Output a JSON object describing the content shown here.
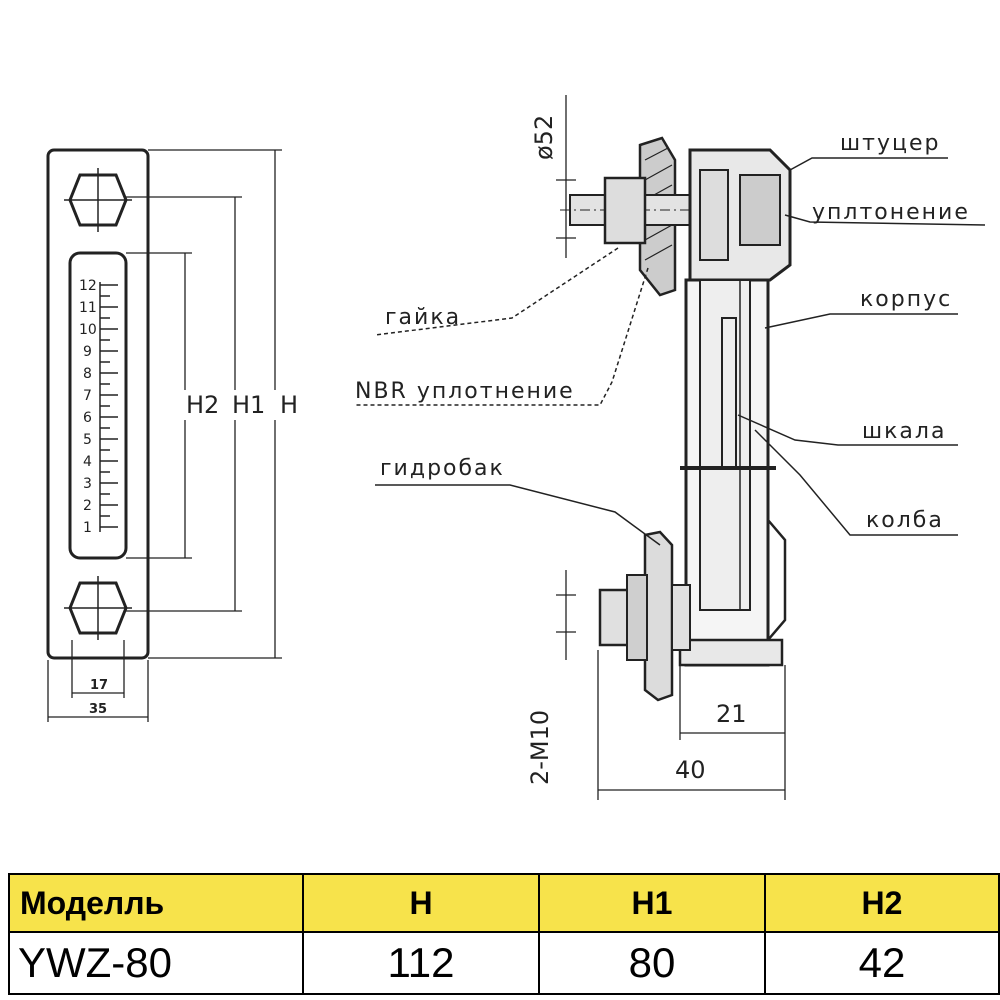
{
  "front_view": {
    "scale_marks": [
      "12",
      "11",
      "10",
      "9",
      "8",
      "7",
      "6",
      "5",
      "4",
      "3",
      "2",
      "1"
    ],
    "dim_labels": {
      "h2": "H2",
      "h1": "H1",
      "h": "H",
      "width_inner": "17",
      "width_outer": "35"
    }
  },
  "side_view": {
    "callouts": {
      "fitting": "штуцер",
      "seal": "уплтонение",
      "housing": "корпус",
      "scale": "шкала",
      "bulb": "колба",
      "nut": "гайка",
      "nbr_seal": "NBR уплотнение",
      "tank": "гидробак"
    },
    "dims": {
      "diameter": "ø52",
      "thread": "2-M10",
      "depth_inner": "21",
      "depth_outer": "40"
    }
  },
  "table": {
    "headers": [
      "Моделль",
      "H",
      "H1",
      "H2"
    ],
    "rows": [
      [
        "YWZ-80",
        "112",
        "80",
        "42"
      ]
    ]
  }
}
